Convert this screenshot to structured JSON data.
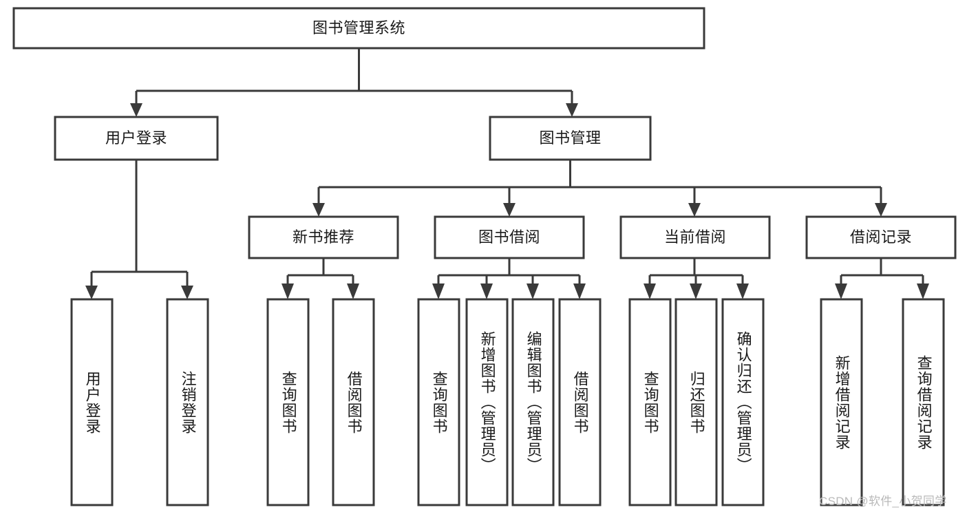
{
  "diagram": {
    "type": "tree-hierarchy-diagram",
    "title": "图书管理系统",
    "watermark": "CSDN @软件_小贺同学",
    "colors": {
      "stroke": "#3a3a3a",
      "fill": "#ffffff",
      "text": "#1a1a1a",
      "watermark": "#b9b9b9",
      "background": "#ffffff"
    },
    "levels": [
      {
        "level": 1,
        "nodes": [
          {
            "id": "root",
            "label": "图书管理系统",
            "orientation": "horizontal"
          }
        ]
      },
      {
        "level": 2,
        "nodes": [
          {
            "id": "user-login",
            "label": "用户登录",
            "orientation": "horizontal",
            "parent": "root"
          },
          {
            "id": "book-manage",
            "label": "图书管理",
            "orientation": "horizontal",
            "parent": "root"
          }
        ]
      },
      {
        "level": 3,
        "nodes": [
          {
            "id": "new-book-rec",
            "label": "新书推荐",
            "orientation": "horizontal",
            "parent": "book-manage"
          },
          {
            "id": "book-borrow",
            "label": "图书借阅",
            "orientation": "horizontal",
            "parent": "book-manage"
          },
          {
            "id": "current-borrow",
            "label": "当前借阅",
            "orientation": "horizontal",
            "parent": "book-manage"
          },
          {
            "id": "borrow-record",
            "label": "借阅记录",
            "orientation": "horizontal",
            "parent": "book-manage"
          }
        ]
      },
      {
        "level": 4,
        "nodes": [
          {
            "id": "leaf-user-login",
            "label": "用户登录",
            "orientation": "vertical",
            "parent": "user-login"
          },
          {
            "id": "leaf-logout",
            "label": "注销登录",
            "orientation": "vertical",
            "parent": "user-login"
          },
          {
            "id": "leaf-query-book-1",
            "label": "查询图书",
            "orientation": "vertical",
            "parent": "new-book-rec"
          },
          {
            "id": "leaf-borrow-book-1",
            "label": "借阅图书",
            "orientation": "vertical",
            "parent": "new-book-rec"
          },
          {
            "id": "leaf-query-book-2",
            "label": "查询图书",
            "orientation": "vertical",
            "parent": "book-borrow"
          },
          {
            "id": "leaf-add-book",
            "label": "新增图书（管理员）",
            "orientation": "vertical",
            "parent": "book-borrow"
          },
          {
            "id": "leaf-edit-book",
            "label": "编辑图书（管理员）",
            "orientation": "vertical",
            "parent": "book-borrow"
          },
          {
            "id": "leaf-borrow-book-2",
            "label": "借阅图书",
            "orientation": "vertical",
            "parent": "book-borrow"
          },
          {
            "id": "leaf-query-book-3",
            "label": "查询图书",
            "orientation": "vertical",
            "parent": "current-borrow"
          },
          {
            "id": "leaf-return-book",
            "label": "归还图书",
            "orientation": "vertical",
            "parent": "current-borrow"
          },
          {
            "id": "leaf-confirm-return",
            "label": "确认归还（管理员）",
            "orientation": "vertical",
            "parent": "current-borrow"
          },
          {
            "id": "leaf-add-record",
            "label": "新增借阅记录",
            "orientation": "vertical",
            "parent": "borrow-record"
          },
          {
            "id": "leaf-query-record",
            "label": "查询借阅记录",
            "orientation": "vertical",
            "parent": "borrow-record"
          }
        ]
      }
    ]
  }
}
